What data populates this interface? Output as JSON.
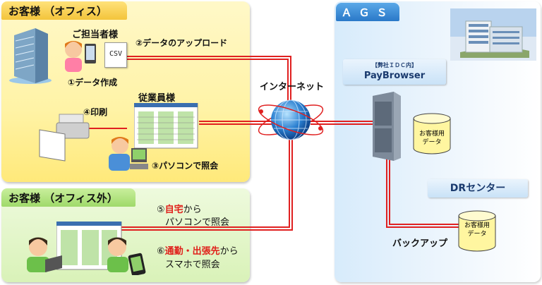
{
  "office": {
    "title": "お客様 （オフィス）",
    "person_in_charge": "ご担当者様",
    "csv_label": "CSV",
    "step1": "①データ作成",
    "step2": "②データのアップロード",
    "employee": "従業員様",
    "step4": "④印刷",
    "step3": "③パソコンで照会"
  },
  "outside": {
    "title": "お客様 （オフィス外）",
    "step5_num": "⑤",
    "step5_red": "自宅",
    "step5_rest": "から",
    "step5_line2": "パソコンで照会",
    "step6_num": "⑥",
    "step6_red": "通勤・出張先",
    "step6_rest": "から",
    "step6_line2": "スマホで照会"
  },
  "internet_label": "インターネット",
  "ags": {
    "title": "ＡＧＳ",
    "idc_label": "【弊社ＩＤＣ内】",
    "app_name": "PayBrowser",
    "db_label_line1": "お客様用",
    "db_label_line2": "データ",
    "dr_center": "DRセンター",
    "backup": "バックアップ"
  },
  "colors": {
    "connection_line": "#e02020",
    "ags_accent": "#2a78c8",
    "office_panel": "#fff3a6",
    "outside_panel": "#d9f2b8"
  }
}
